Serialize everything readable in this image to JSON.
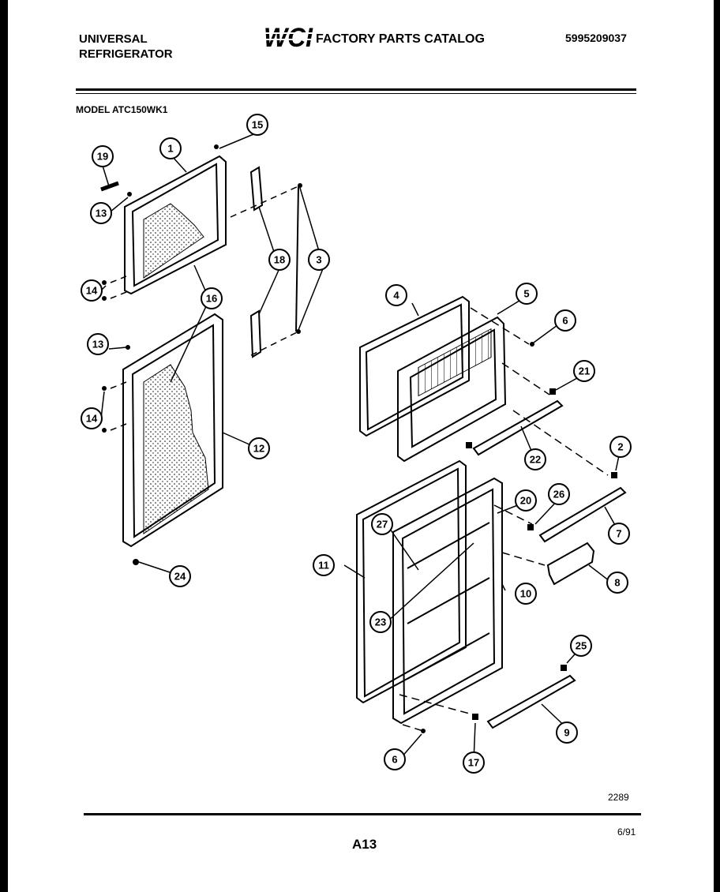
{
  "header": {
    "brand_line1": "UNIVERSAL",
    "brand_line2": "REFRIGERATOR",
    "logo_text": "WCI",
    "catalog_title": "FACTORY PARTS CATALOG",
    "part_number": "5995209037"
  },
  "model": "MODEL ATC150WK1",
  "footer": {
    "diagram_code": "2289",
    "page_code": "A13",
    "date_code": "6/91"
  },
  "callouts": [
    "1",
    "2",
    "3",
    "4",
    "5",
    "6",
    "6",
    "7",
    "8",
    "9",
    "10",
    "11",
    "12",
    "13",
    "13",
    "14",
    "14",
    "15",
    "16",
    "17",
    "18",
    "19",
    "20",
    "21",
    "22",
    "23",
    "24",
    "25",
    "26",
    "27"
  ]
}
